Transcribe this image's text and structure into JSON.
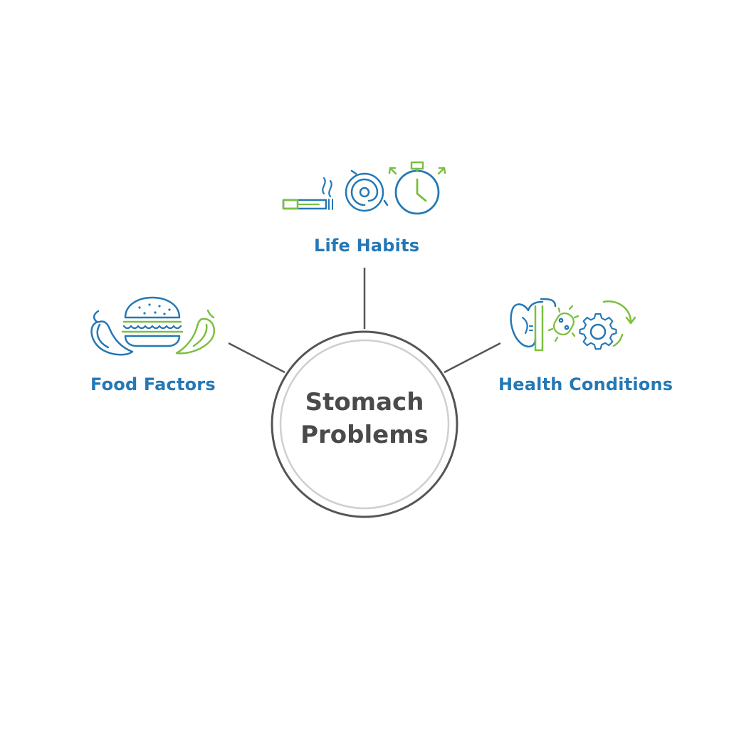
{
  "center": {
    "line1": "Stomach",
    "line2": "Problems"
  },
  "branches": {
    "life_habits": {
      "label": "Life Habits",
      "icons": [
        "cigarette-icon",
        "stress-swirl-icon",
        "stopwatch-icon"
      ]
    },
    "food_factors": {
      "label": "Food Factors",
      "icons": [
        "chili-pepper-icon",
        "burger-icon",
        "green-pepper-icon"
      ]
    },
    "health_conditions": {
      "label": "Health Conditions",
      "icons": [
        "digestive-organ-icon",
        "bacteria-icon",
        "gear-cycle-icon"
      ]
    }
  },
  "colors": {
    "blue": "#2578b5",
    "green": "#7cbf3f",
    "gray_line": "#555555",
    "title_gray": "#4a4a4a"
  }
}
